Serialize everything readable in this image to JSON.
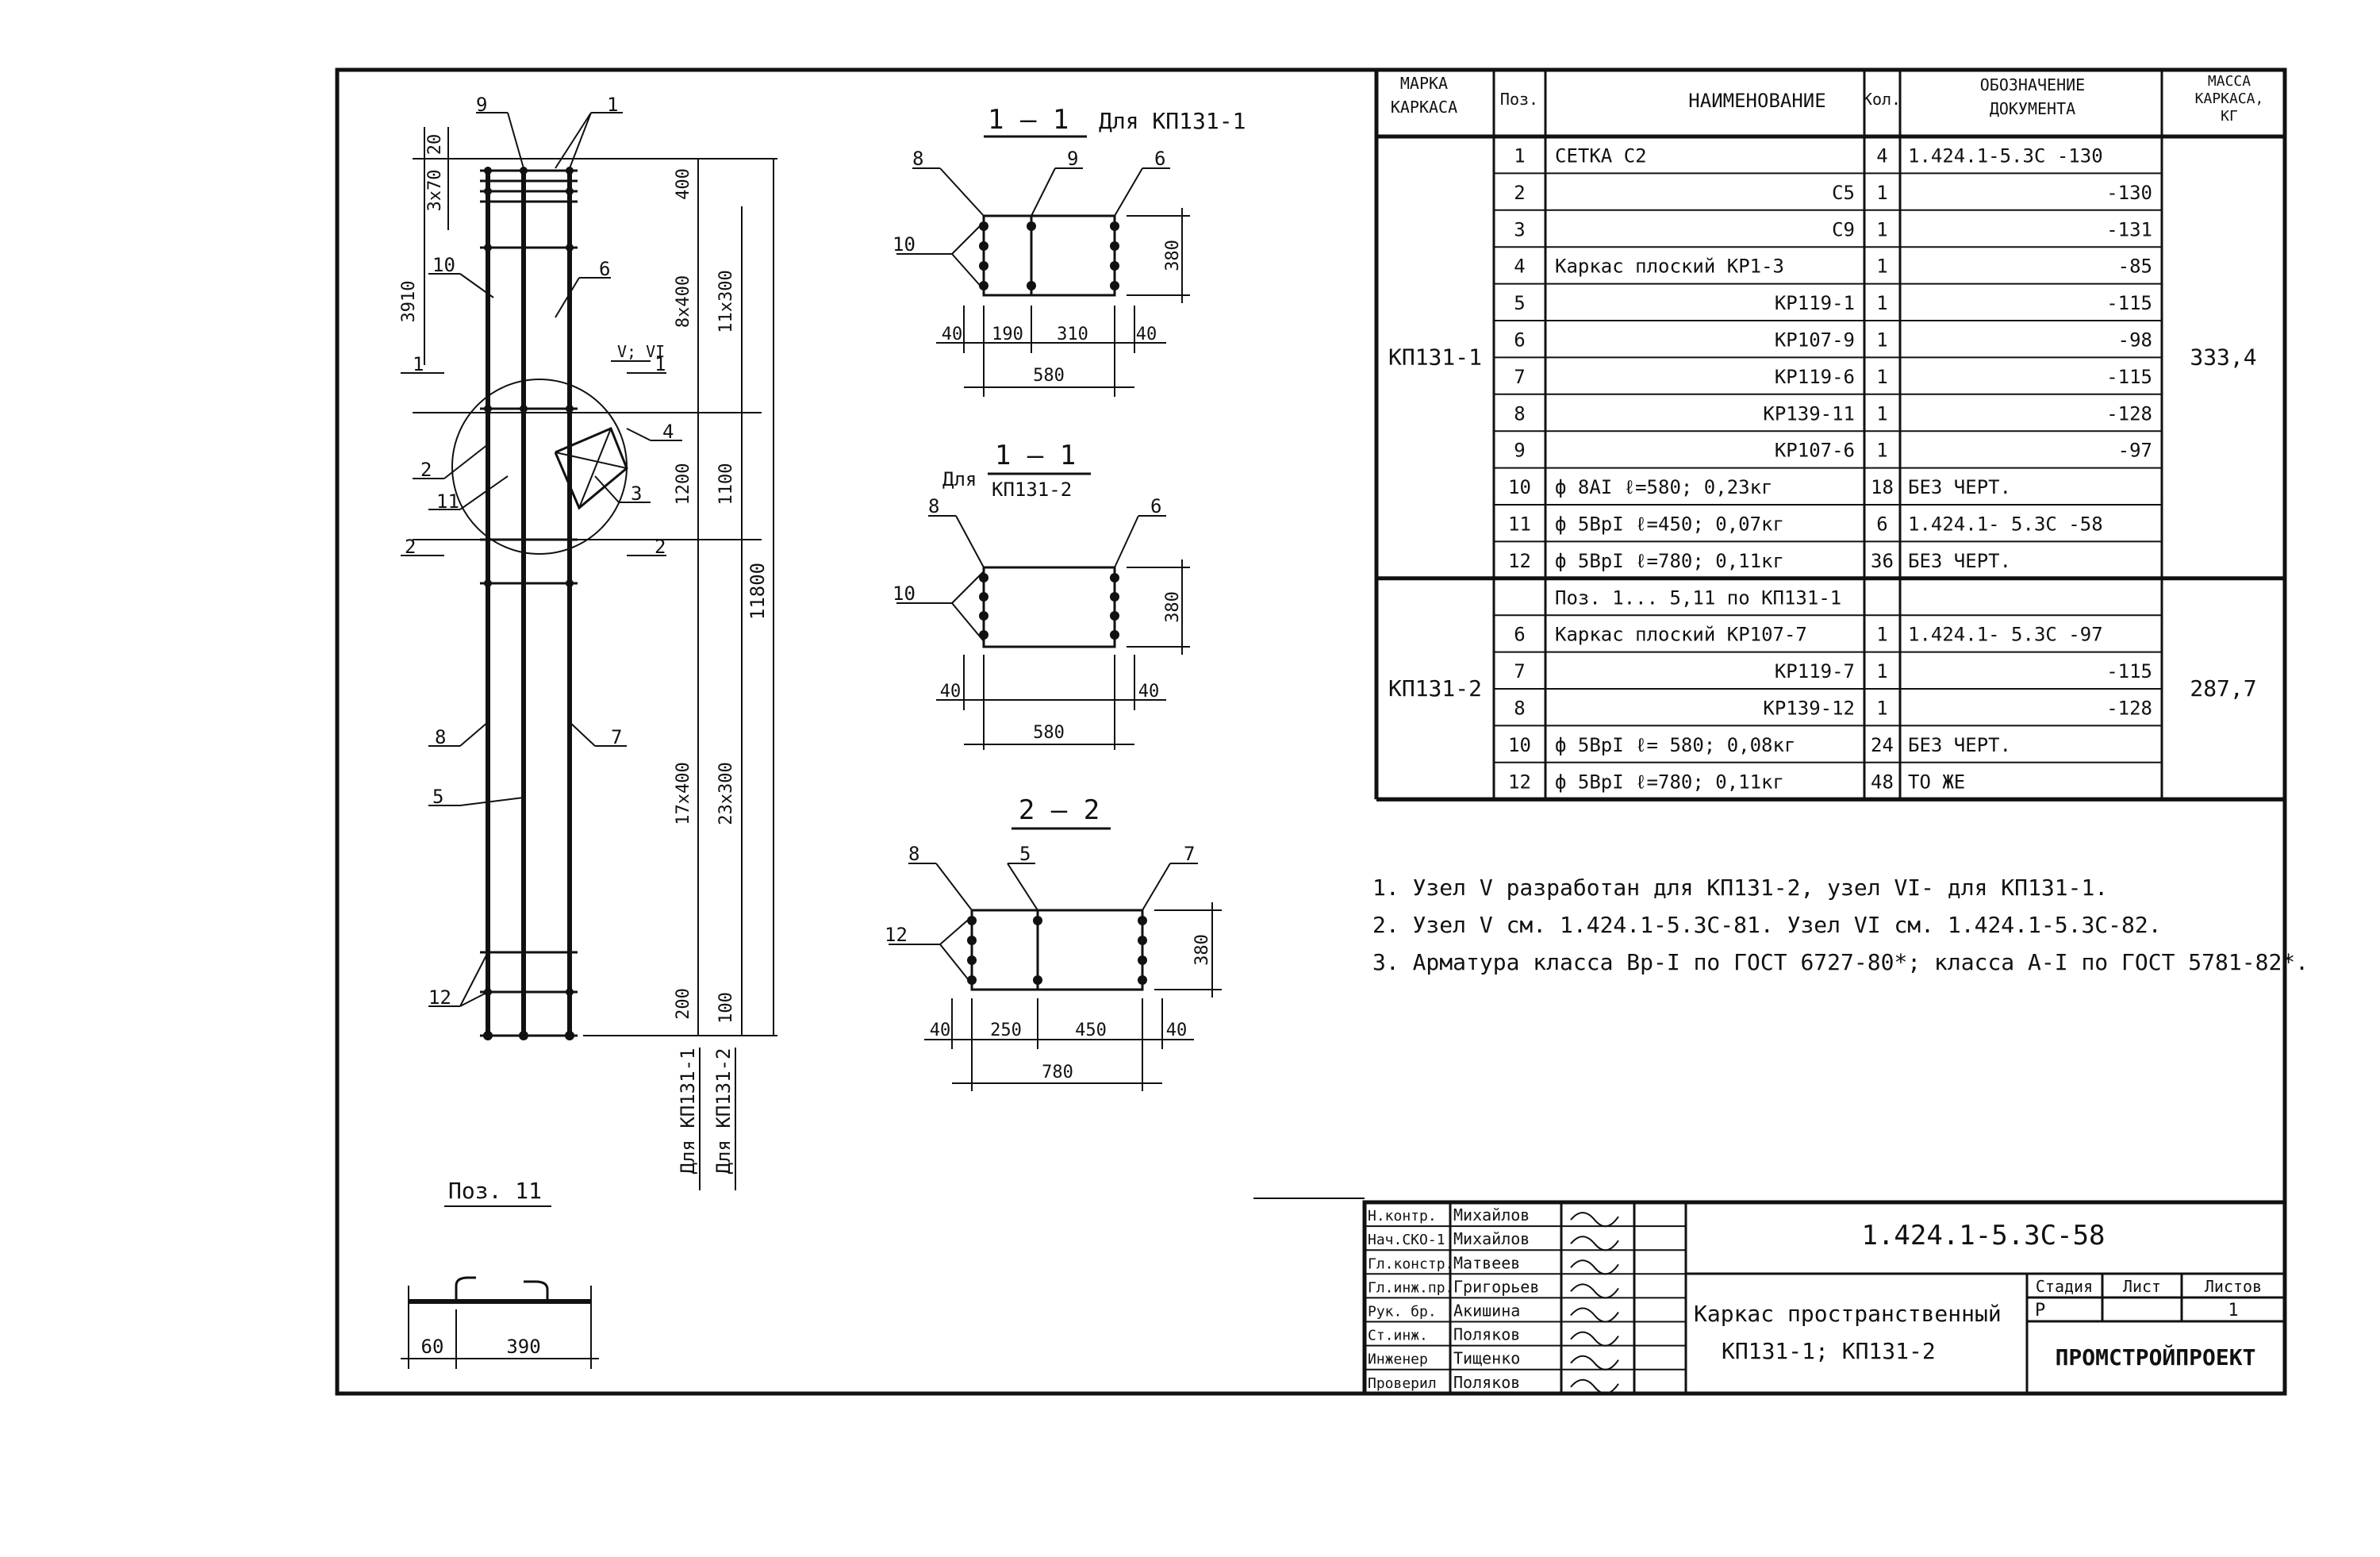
{
  "spec": {
    "headers": {
      "mark": [
        "МАРКА",
        "КАРКАСА"
      ],
      "pos": "Поз.",
      "name": "НАИМЕНОВАНИЕ",
      "qty": "Кол.",
      "doc": [
        "ОБОЗНАЧЕНИЕ",
        "ДОКУМЕНТА"
      ],
      "mass": [
        "МАССА",
        "КАРКАСА,",
        "КГ"
      ]
    },
    "groups": [
      {
        "mark": "КП131-1",
        "mass": "333,4",
        "rows": [
          {
            "pos": "1",
            "name": "СЕТКА   С2",
            "qty": "4",
            "doc": "1.424.1-5.3С -130"
          },
          {
            "pos": "2",
            "name": "С5",
            "qty": "1",
            "doc": "-130"
          },
          {
            "pos": "3",
            "name": "С9",
            "qty": "1",
            "doc": "-131"
          },
          {
            "pos": "4",
            "name": "Каркас плоский КР1-3",
            "qty": "1",
            "doc": "-85"
          },
          {
            "pos": "5",
            "name": "КР119-1",
            "qty": "1",
            "doc": "-115"
          },
          {
            "pos": "6",
            "name": "КР107-9",
            "qty": "1",
            "doc": "-98"
          },
          {
            "pos": "7",
            "name": "КР119-6",
            "qty": "1",
            "doc": "-115"
          },
          {
            "pos": "8",
            "name": "КР139-11",
            "qty": "1",
            "doc": "-128"
          },
          {
            "pos": "9",
            "name": "КР107-6",
            "qty": "1",
            "doc": "-97"
          },
          {
            "pos": "10",
            "name": "ф 8АI   ℓ=580; 0,23кг",
            "qty": "18",
            "doc": "БЕЗ ЧЕРТ."
          },
          {
            "pos": "11",
            "name": "ф 5ВрI  ℓ=450; 0,07кг",
            "qty": "6",
            "doc": "1.424.1- 5.3С -58"
          },
          {
            "pos": "12",
            "name": "ф 5ВрI  ℓ=780; 0,11кг",
            "qty": "36",
            "doc": "БЕЗ ЧЕРТ."
          }
        ]
      },
      {
        "mark": "КП131-2",
        "mass": "287,7",
        "rows": [
          {
            "pos": "",
            "name": "Поз. 1... 5,11 по КП131-1",
            "qty": "",
            "doc": ""
          },
          {
            "pos": "6",
            "name": "Каркас плоский КР107-7",
            "qty": "1",
            "doc": "1.424.1- 5.3С -97"
          },
          {
            "pos": "7",
            "name": "КР119-7",
            "qty": "1",
            "doc": "-115"
          },
          {
            "pos": "8",
            "name": "КР139-12",
            "qty": "1",
            "doc": "-128"
          },
          {
            "pos": "10",
            "name": "ф 5ВрI  ℓ= 580; 0,08кг",
            "qty": "24",
            "doc": "БЕЗ ЧЕРТ."
          },
          {
            "pos": "12",
            "name": "ф 5ВрI  ℓ=780; 0,11кг",
            "qty": "48",
            "doc": "ТО ЖЕ"
          }
        ]
      }
    ]
  },
  "notes": [
    "1. Узел V разработан для КП131-2, узел VI- для КП131-1.",
    "2. Узел V см. 1.424.1-5.3С-81. Узел VI см. 1.424.1-5.3С-82.",
    "3. Арматура класса Вр-I по ГОСТ 6727-80*; класса А-I по ГОСТ 5781-82*."
  ],
  "elevation": {
    "leaders": [
      "9",
      "1",
      "10",
      "6",
      "2",
      "11",
      "4",
      "3",
      "8",
      "7",
      "5",
      "12"
    ],
    "section_marks": [
      "1",
      "1",
      "2",
      "2"
    ],
    "node_label": "V; VI",
    "dims_left": [
      "20",
      "3x70",
      "3910"
    ],
    "dims_inner": [
      "400",
      "8x400",
      "1200",
      "17x400",
      "200"
    ],
    "dims_outer": [
      "11x300",
      "1100",
      "23x300",
      "100"
    ],
    "dim_total": "11800",
    "vert_labels": [
      "Для КП131-1",
      "Для КП131-2"
    ]
  },
  "pos11": {
    "title": "Поз. 11",
    "dims": [
      "60",
      "390"
    ]
  },
  "sections": {
    "s1": {
      "title": "1 — 1",
      "subtitle": "Для КП131-1",
      "leaders": [
        "8",
        "9",
        "6",
        "10"
      ],
      "dims": [
        "40",
        "190",
        "310",
        "40",
        "580",
        "380"
      ]
    },
    "s2": {
      "title": "1 — 1",
      "prefix": "Для",
      "subtitle": "КП131-2",
      "leaders": [
        "8",
        "6",
        "10"
      ],
      "dims": [
        "40",
        "40",
        "580",
        "380"
      ]
    },
    "s3": {
      "title": "2 — 2",
      "leaders": [
        "8",
        "5",
        "7",
        "12"
      ],
      "dims": [
        "40",
        "250",
        "450",
        "40",
        "780",
        "380"
      ]
    }
  },
  "title_block": {
    "roles": [
      "Н.контр.",
      "Нач.СКО-1",
      "Гл.констр.",
      "Гл.инж.пр.",
      "Рук. бр.",
      "Ст.инж.",
      "Инженер",
      "Проверил"
    ],
    "names": [
      "Михайлов",
      "Михайлов",
      "Матвеев",
      "Григорьев",
      "Акишина",
      "Поляков",
      "Тищенко",
      "Поляков"
    ],
    "doc_code": "1.424.1-5.3С-58",
    "title_line1": "Каркас пространственный",
    "title_line2": "КП131-1; КП131-2",
    "stage_label": "Стадия",
    "sheet_label": "Лист",
    "sheets_label": "Листов",
    "stage_value": "Р",
    "sheets_value": "1",
    "org": "ПРОМСТРОЙПРОЕКТ"
  }
}
